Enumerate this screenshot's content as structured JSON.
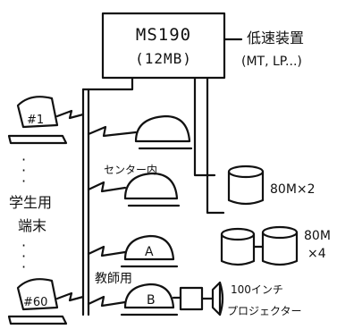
{
  "mainframe": {
    "model": "MS190",
    "memory": "(12MB)"
  },
  "peripherals": {
    "label": "低速装置",
    "detail": "(MT, LP...)"
  },
  "disks": {
    "group1_label": "80M×2",
    "group2_label": "80M",
    "group2_count": "×4"
  },
  "terminals": {
    "student_label_line1": "学生用",
    "student_label_line2": "端末",
    "first_id": "#1",
    "last_id": "#60",
    "center_label": "センター内",
    "teacher_label": "教師用",
    "teacher_a": "A",
    "teacher_b": "B"
  },
  "projector": {
    "line1": "100インチ",
    "line2": "プロジェクター"
  }
}
